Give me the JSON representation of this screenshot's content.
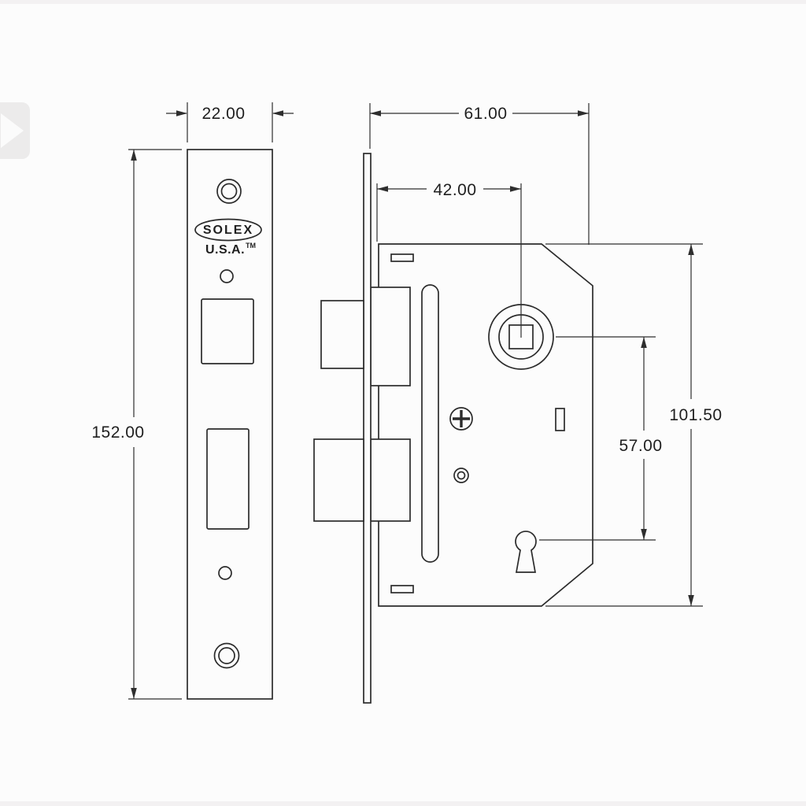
{
  "drawing": {
    "brand": "SOLEX",
    "origin": "U.S.A.",
    "trademark": "TM",
    "dims": {
      "faceplate_width": "22.00",
      "faceplate_height": "152.00",
      "case_width": "61.00",
      "backset": "42.00",
      "case_height": "101.50",
      "spindle_to_keyhole": "57.00"
    },
    "colors": {
      "line": "#2b2b2b",
      "background": "#fcfcfc"
    }
  }
}
